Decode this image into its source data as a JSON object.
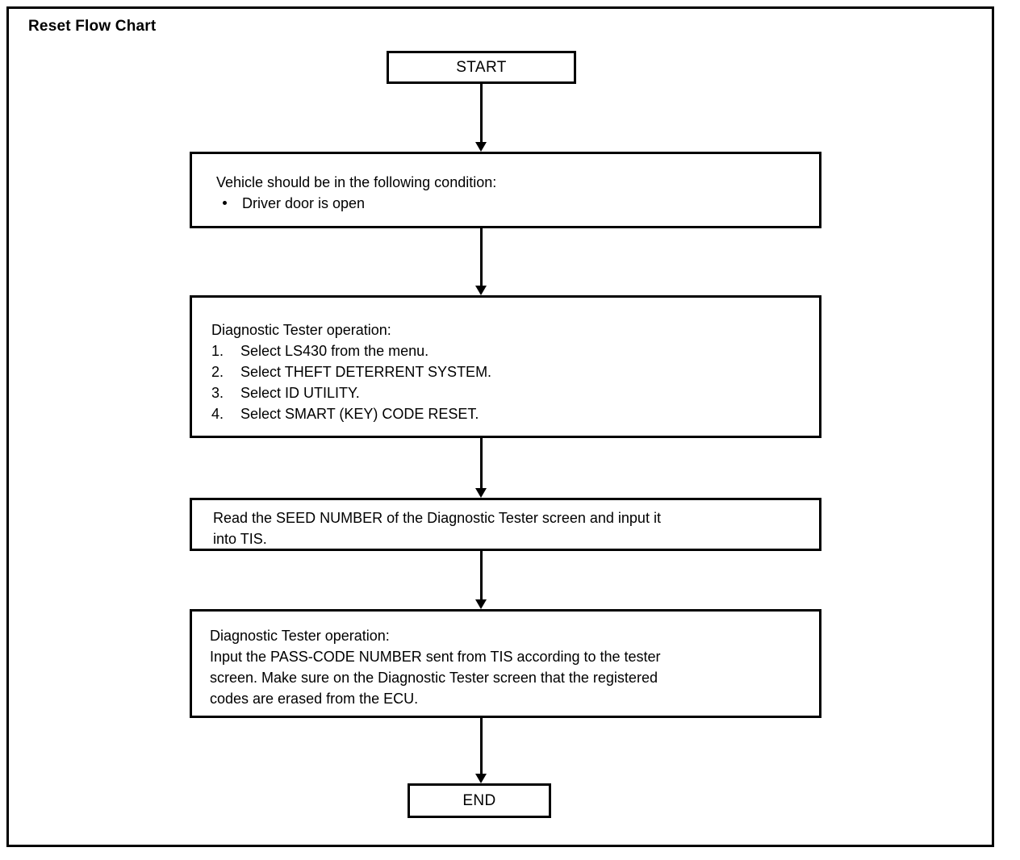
{
  "document": {
    "title": "Reset Flow Chart"
  },
  "flowchart": {
    "type": "flowchart",
    "orientation": "top-to-bottom",
    "nodes": [
      {
        "id": "start",
        "shape": "terminal",
        "label": "START"
      },
      {
        "id": "conditions",
        "shape": "process",
        "lead": "Vehicle should be in the following condition:",
        "bullets": [
          "Driver door is open"
        ]
      },
      {
        "id": "tester-operation-1",
        "shape": "process",
        "lead": "Diagnostic Tester operation:",
        "steps": [
          {
            "num": "1.",
            "text": "Select LS430 from the menu."
          },
          {
            "num": "2.",
            "text": "Select THEFT DETERRENT SYSTEM."
          },
          {
            "num": "3.",
            "text": "Select ID UTILITY."
          },
          {
            "num": "4.",
            "text": "Select SMART (KEY) CODE RESET."
          }
        ]
      },
      {
        "id": "read-seed-number",
        "shape": "process",
        "lines": [
          "Read the SEED NUMBER of the Diagnostic Tester screen and input it",
          "into TIS."
        ]
      },
      {
        "id": "tester-operation-2",
        "shape": "process",
        "lead": "Diagnostic Tester operation:",
        "lines": [
          "Input the PASS-CODE NUMBER sent from TIS according to the tester",
          "screen.  Make sure on the Diagnostic Tester screen that the registered",
          "codes are erased from the ECU."
        ]
      },
      {
        "id": "end",
        "shape": "terminal",
        "label": "END"
      }
    ],
    "edges": [
      {
        "from": "start",
        "to": "conditions"
      },
      {
        "from": "conditions",
        "to": "tester-operation-1"
      },
      {
        "from": "tester-operation-1",
        "to": "read-seed-number"
      },
      {
        "from": "read-seed-number",
        "to": "tester-operation-2"
      },
      {
        "from": "tester-operation-2",
        "to": "end"
      }
    ]
  },
  "colors": {
    "stroke": "#000000",
    "fill": "#ffffff",
    "text": "#000000"
  }
}
